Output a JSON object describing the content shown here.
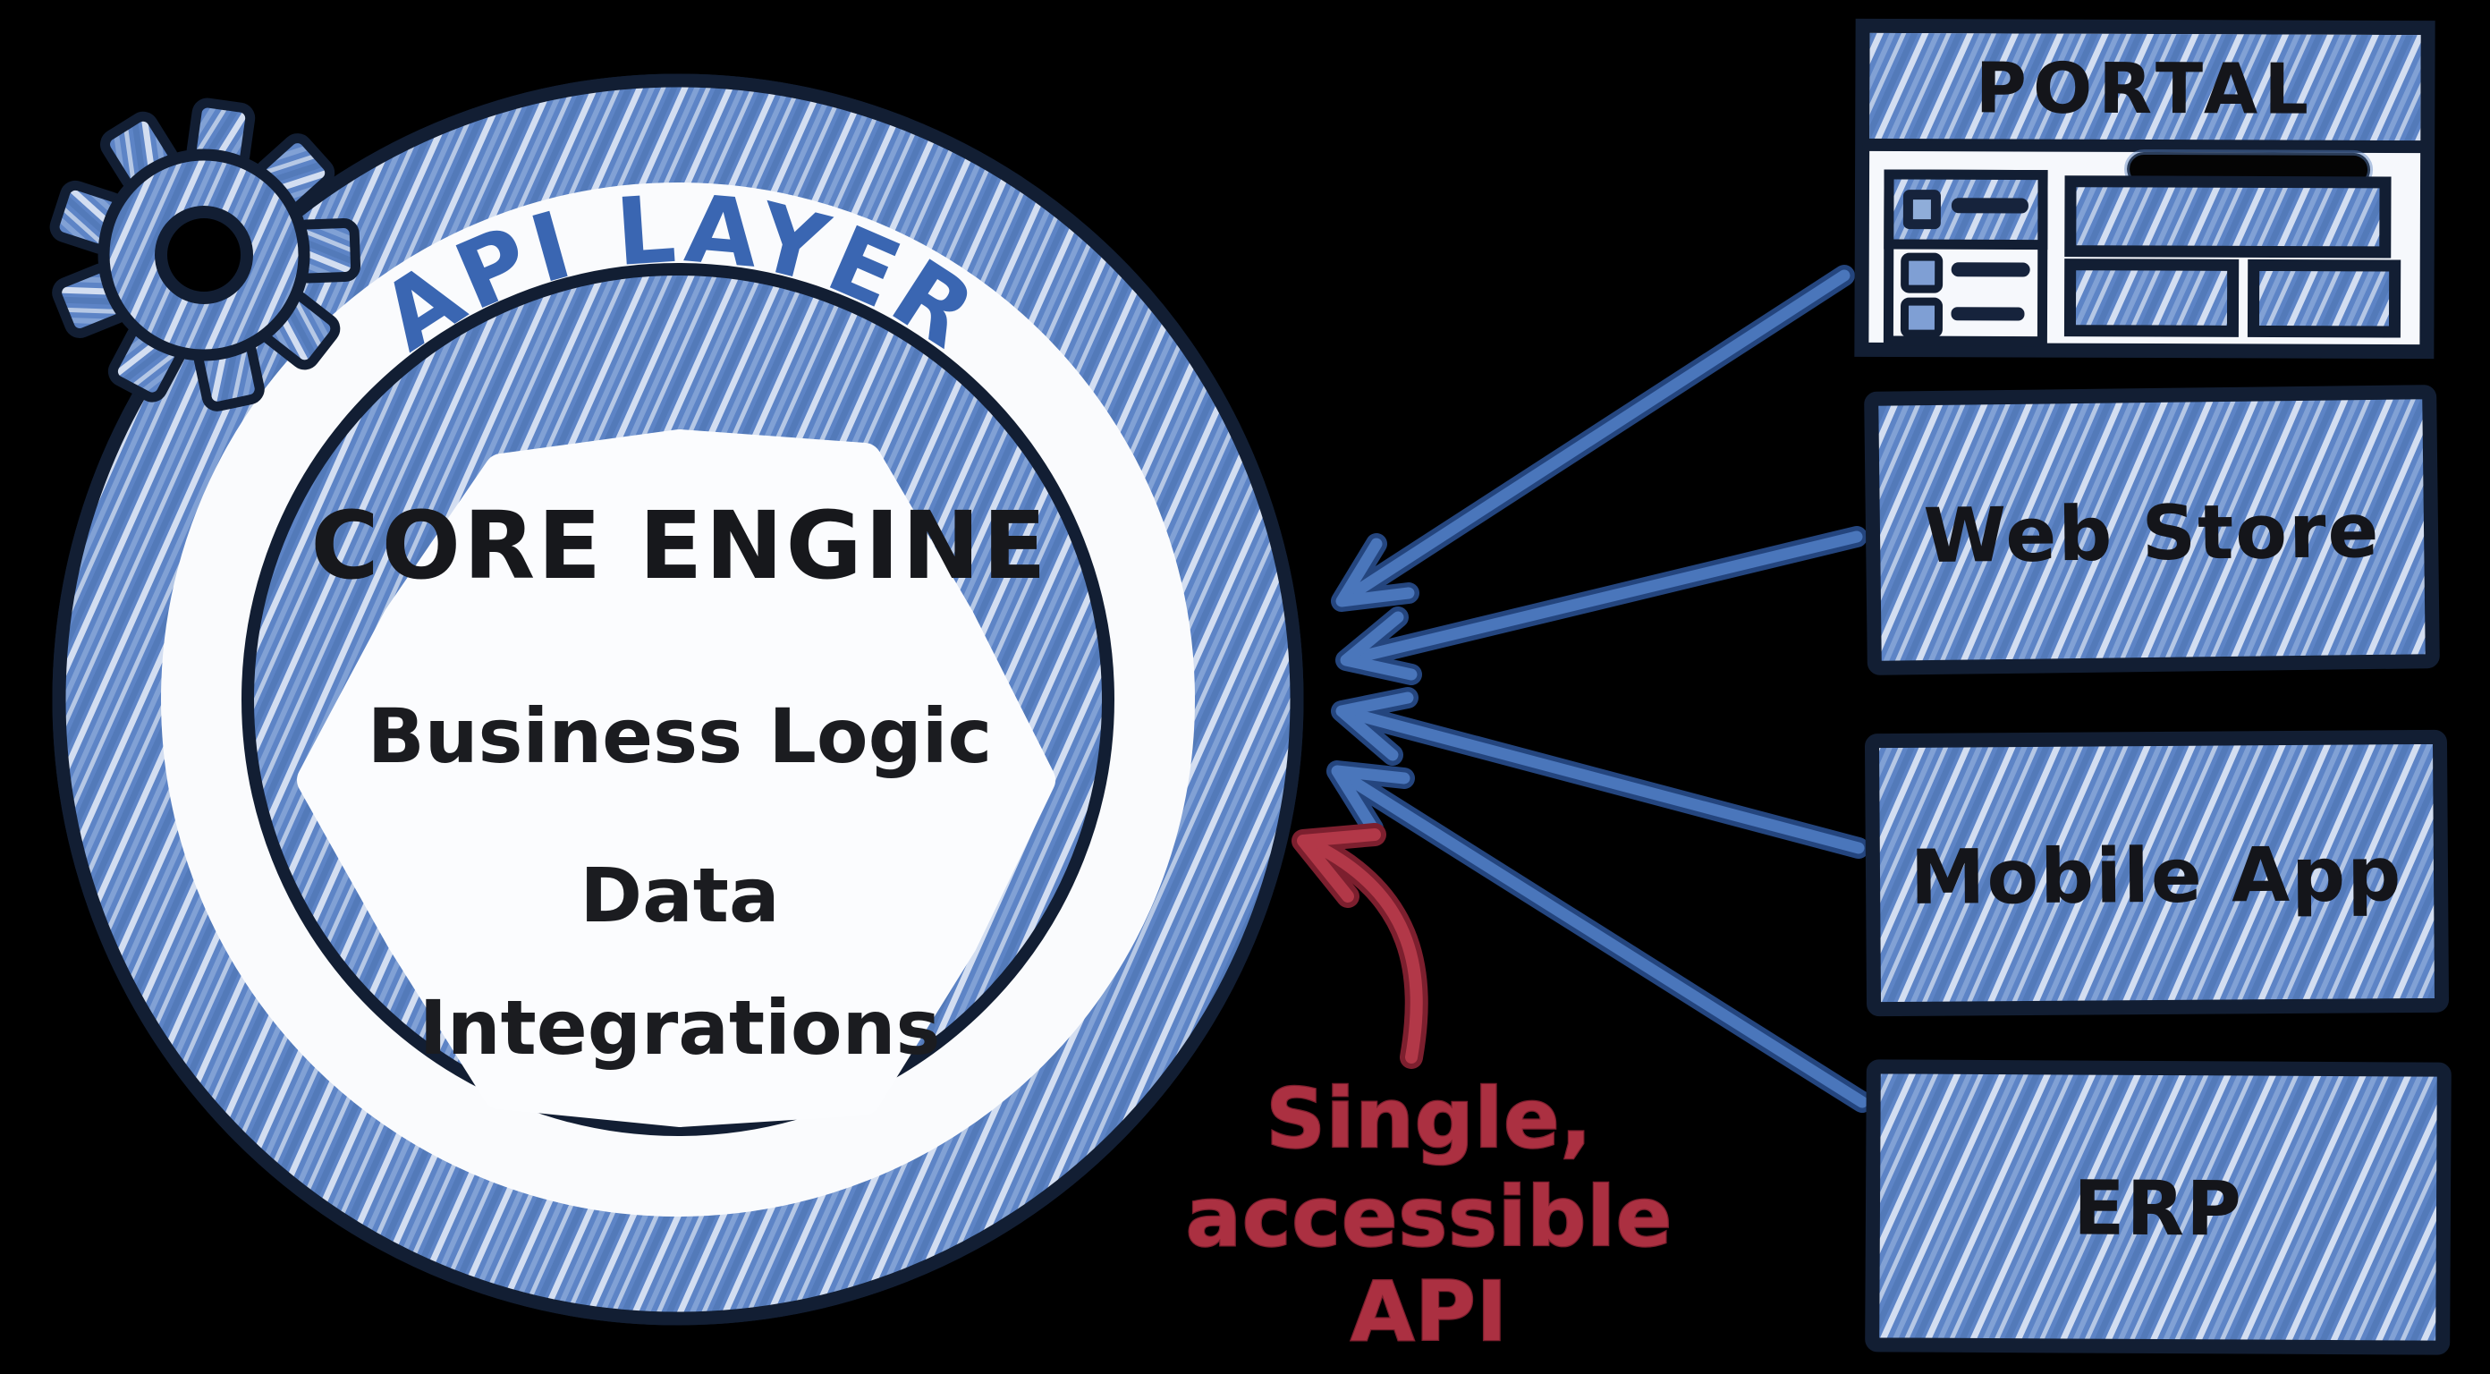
{
  "colors": {
    "background": "#000000",
    "ink_outline": "#121e33",
    "fill_blue": "#5d84c6",
    "streak_light": "#e8eef8",
    "streak_mid": "#8aa9d8",
    "api_text_blue": "#3a66b2",
    "arrow_blue": "#4a76bb",
    "annotation_red": "#ab3041",
    "text_black": "#17181c",
    "paper_white": "#fafbfd"
  },
  "hub": {
    "ring_label": "API LAYER",
    "core_title": "CORE ENGINE",
    "core_items": [
      "Business Logic",
      "Data",
      "Integrations"
    ],
    "icon": "gear"
  },
  "clients": [
    {
      "id": "portal",
      "label": "PORTAL",
      "kind": "browser-wireframe"
    },
    {
      "id": "web-store",
      "label": "Web Store",
      "kind": "box"
    },
    {
      "id": "mobile-app",
      "label": "Mobile App",
      "kind": "box"
    },
    {
      "id": "erp",
      "label": "ERP",
      "kind": "box"
    }
  ],
  "arrows": {
    "direction": "clients-to-api-layer",
    "count": 4,
    "color": "#4a76bb"
  },
  "annotation": {
    "line1": "Single,",
    "line2": "accessible",
    "line3": "API",
    "color": "#ab3041"
  }
}
